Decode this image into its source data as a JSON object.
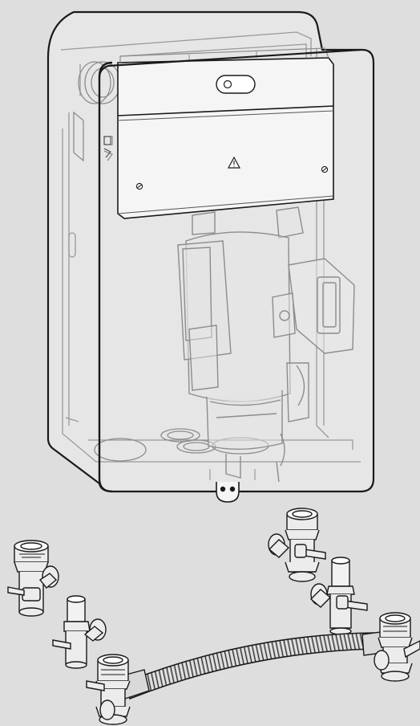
{
  "figure": {
    "background": "#dedede",
    "line_color": "#1a1a1a",
    "ghost_line_color": "#8c8c8c",
    "panel_fill": "#f2f2f2",
    "metal_fill": "#d6d6d6",
    "hose_fill": "#bdbdbd"
  },
  "unit": {
    "warning_symbol": "⚠"
  },
  "accessories": {
    "valves": [
      {
        "name": "isolation-valve-top-left",
        "type": "threaded"
      },
      {
        "name": "isolation-valve-mid-left",
        "type": "pipe"
      },
      {
        "name": "isolation-valve-top-right",
        "type": "threaded"
      },
      {
        "name": "isolation-valve-mid-right",
        "type": "pipe"
      },
      {
        "name": "isolation-valve-hose-left",
        "type": "threaded"
      },
      {
        "name": "isolation-valve-hose-right",
        "type": "threaded"
      }
    ],
    "hose": {
      "name": "flexible-corrugated-hose"
    }
  }
}
